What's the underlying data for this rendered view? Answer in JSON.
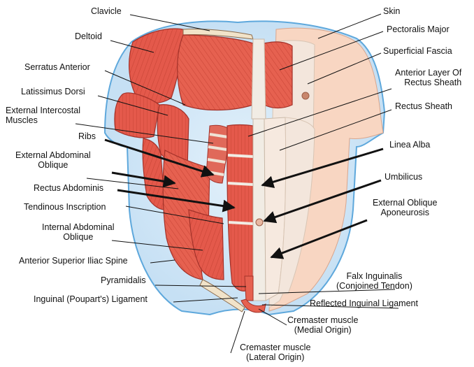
{
  "labels": {
    "clavicle": "Clavicle",
    "deltoid": "Deltoid",
    "serratus_anterior": "Serratus Anterior",
    "latissimus_dorsi": "Latissimus Dorsi",
    "external_intercostal": [
      "External Intercostal",
      "Muscles"
    ],
    "ribs": "Ribs",
    "external_abdominal_oblique": [
      "External Abdominal",
      "Oblique"
    ],
    "rectus_abdominis": "Rectus Abdominis",
    "tendinous_inscription": "Tendinous Inscription",
    "internal_abdominal_oblique": [
      "Internal Abdominal",
      "Oblique"
    ],
    "anterior_superior_iliac_spine": "Anterior Superior Iliac Spine",
    "pyramidalis": "Pyramidalis",
    "inguinal_ligament": "Inguinal (Poupart's) Ligament",
    "skin": "Skin",
    "pectoralis_major": "Pectoralis Major",
    "superficial_fascia": "Superficial Fascia",
    "anterior_layer_rectus_sheath": [
      "Anterior Layer Of",
      "Rectus Sheath"
    ],
    "rectus_sheath": "Rectus Sheath",
    "linea_alba": "Linea Alba",
    "umbilicus": "Umbilicus",
    "external_oblique_aponeurosis": [
      "External Oblique",
      "Aponeurosis"
    ],
    "falx_inguinalis": [
      "Falx Inguinalis",
      "(Conjoined Tendon)"
    ],
    "reflected_inguinal_ligament": "Reflected Inguinal Ligament",
    "cremaster_medial": [
      "Cremaster muscle",
      "(Medial Origin)"
    ],
    "cremaster_lateral": [
      "Cremaster muscle",
      "(Lateral Origin)"
    ]
  },
  "colors": {
    "background_glow": "#cfe6f7",
    "outline_blue": "#5ea8dc",
    "muscle": "#e4594b",
    "muscle_light": "#f08a78",
    "muscle_dark": "#b7362d",
    "skin": "#f8d6c2",
    "fascia": "#f3e6dc",
    "tendon": "#f1ece4",
    "rib": "#efe3d6"
  }
}
